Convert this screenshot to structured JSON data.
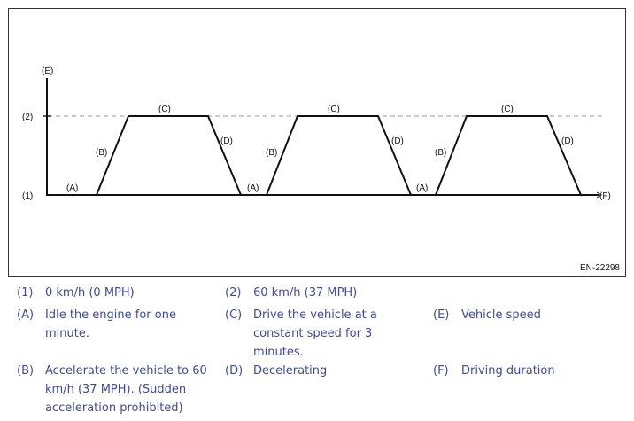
{
  "diagram": {
    "marks": {
      "E": "(E)",
      "F": "(F)",
      "L1": "(1)",
      "L2": "(2)",
      "A": "(A)",
      "B": "(B)",
      "C": "(C)",
      "D": "(D)"
    },
    "figure_id": "EN-22298"
  },
  "legend": {
    "c1": {
      "code": "(1)",
      "text": "0 km/h (0 MPH)"
    },
    "c2": {
      "code": "(2)",
      "text": "60 km/h (37 MPH)"
    },
    "cA": {
      "code": "(A)",
      "text": "Idle the engine for one\nminute."
    },
    "cC": {
      "code": "(C)",
      "text": "Drive the vehicle at a\nconstant speed for 3\nminutes."
    },
    "cE": {
      "code": "(E)",
      "text": "Vehicle speed"
    },
    "cB": {
      "code": "(B)",
      "text": "Accelerate the vehicle to 60\nkm/h (37 MPH). (Sudden\nacceleration prohibited)"
    },
    "cD": {
      "code": "(D)",
      "text": "Decelerating"
    },
    "cF": {
      "code": "(F)",
      "text": "Driving duration"
    }
  }
}
